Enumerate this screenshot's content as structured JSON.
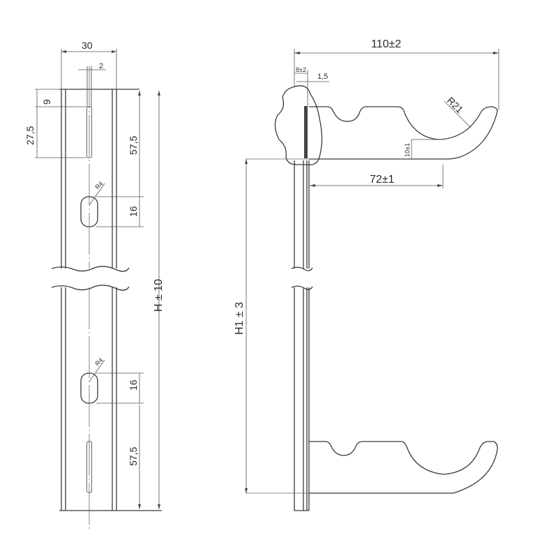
{
  "drawing": {
    "front_view": {
      "width_dim": "30",
      "slot_width_dim": "2",
      "top_offset_dim": "9",
      "slot_length_dim": "27,5",
      "slot_to_hole_dim_top": "57,5",
      "hole_radius_top": "R4",
      "hole_length_top": "16",
      "overall_height_dim": "H ± 10",
      "hole_radius_bottom": "R4",
      "hole_length_bottom": "16",
      "slot_to_hole_dim_bottom": "57,5"
    },
    "side_view": {
      "overall_reach_dim": "110±2",
      "plate_offset_dim": "8±2",
      "thickness_dim": "1,5",
      "hook_radius_dim": "R21",
      "arm_height_dim": "10±1",
      "arm_reach_dim": "72±1",
      "bracket_spacing_dim": "H1 ± 3"
    }
  },
  "colors": {
    "line": "#3a3a3a",
    "background": "#ffffff"
  }
}
